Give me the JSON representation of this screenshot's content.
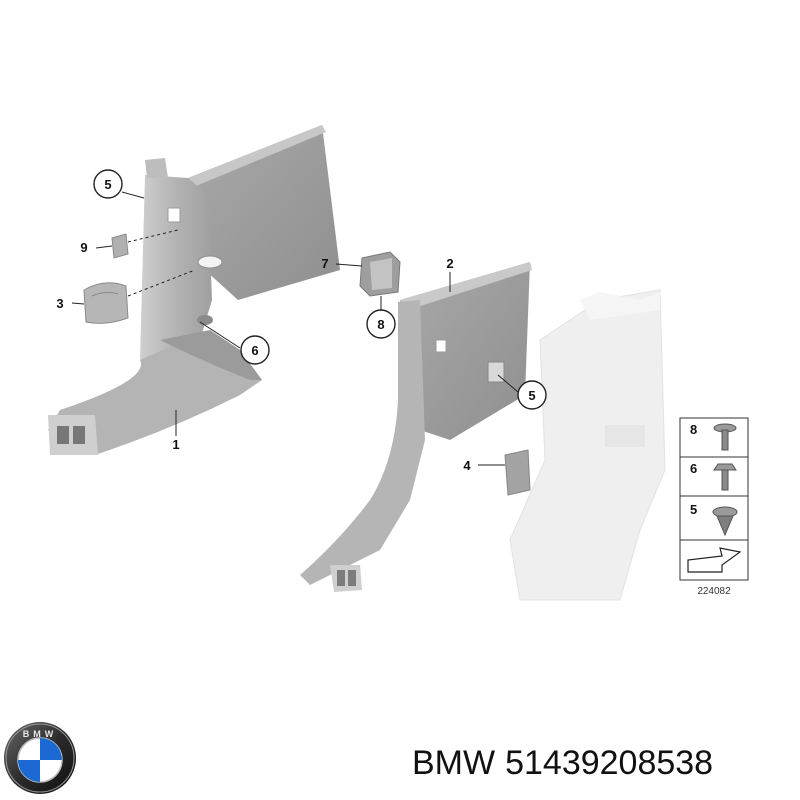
{
  "brand": "BMW",
  "part_number": "51439208538",
  "diagram_code": "224082",
  "callouts": [
    "5",
    "9",
    "3",
    "6",
    "1",
    "7",
    "2",
    "8",
    "5",
    "4"
  ],
  "legend": [
    "8",
    "6",
    "5"
  ],
  "logo_text": "BMW",
  "colors": {
    "part_fill": "#b9b9b9",
    "part_dark": "#8e8e8e",
    "part_light": "#d9d9d9",
    "ghost": "#eeeeee",
    "logo_blue": "#1c69d4"
  }
}
